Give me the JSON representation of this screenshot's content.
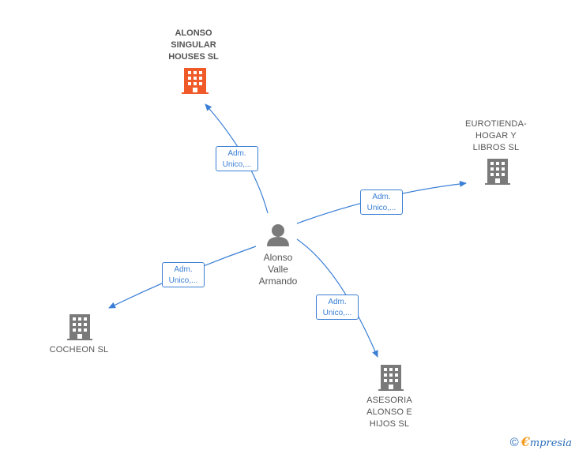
{
  "colors": {
    "edge": "#3a7fd5",
    "company_icon": "#7a7a7a",
    "highlight_icon": "#f05a28",
    "person_icon": "#7a7a7a",
    "watermark_blue": "#2a6eb8",
    "watermark_orange": "#f39c1f"
  },
  "person": {
    "name": "Alonso\nValle\nArmando",
    "icon": "person-icon"
  },
  "companies": {
    "alonso_singular": {
      "name": "ALONSO\nSINGULAR\nHOUSES SL",
      "icon": "building-icon"
    },
    "eurotienda": {
      "name": "EUROTIENDA-\nHOGAR Y\nLIBROS SL",
      "icon": "building-icon"
    },
    "cocheon": {
      "name": "COCHEON SL",
      "icon": "building-icon"
    },
    "asesoria": {
      "name": "ASESORIA\nALONSO E\nHIJOS SL",
      "icon": "building-icon"
    }
  },
  "edges": {
    "to_alonso_singular": "Adm.\nUnico,...",
    "to_eurotienda": "Adm.\nUnico,...",
    "to_cocheon": "Adm.\nUnico,...",
    "to_asesoria": "Adm.\nUnico,..."
  },
  "watermark": {
    "copyright": "©",
    "brand_first": "€",
    "brand_rest": "mpresia"
  }
}
